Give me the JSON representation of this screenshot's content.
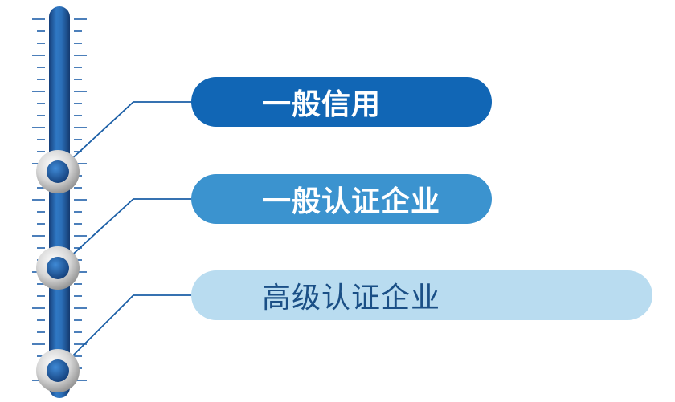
{
  "levels": [
    {
      "label": "一般信用",
      "fill": "#1166b5",
      "text_color": "#ffffff"
    },
    {
      "label": "一般认证企业",
      "fill": "#3b93cf",
      "text_color": "#ffffff"
    },
    {
      "label": "高级认证企业",
      "fill": "#b9dcf0",
      "text_color": "#1a4f86"
    }
  ],
  "colors": {
    "gauge_bar": "#1f5fa8",
    "gauge_bar_light": "#5a9ad6",
    "tick": "#1f5fa8",
    "connector": "#1a5ea6",
    "knob_ring": "#d8d8d8",
    "knob_center": "#1f5fa8"
  }
}
